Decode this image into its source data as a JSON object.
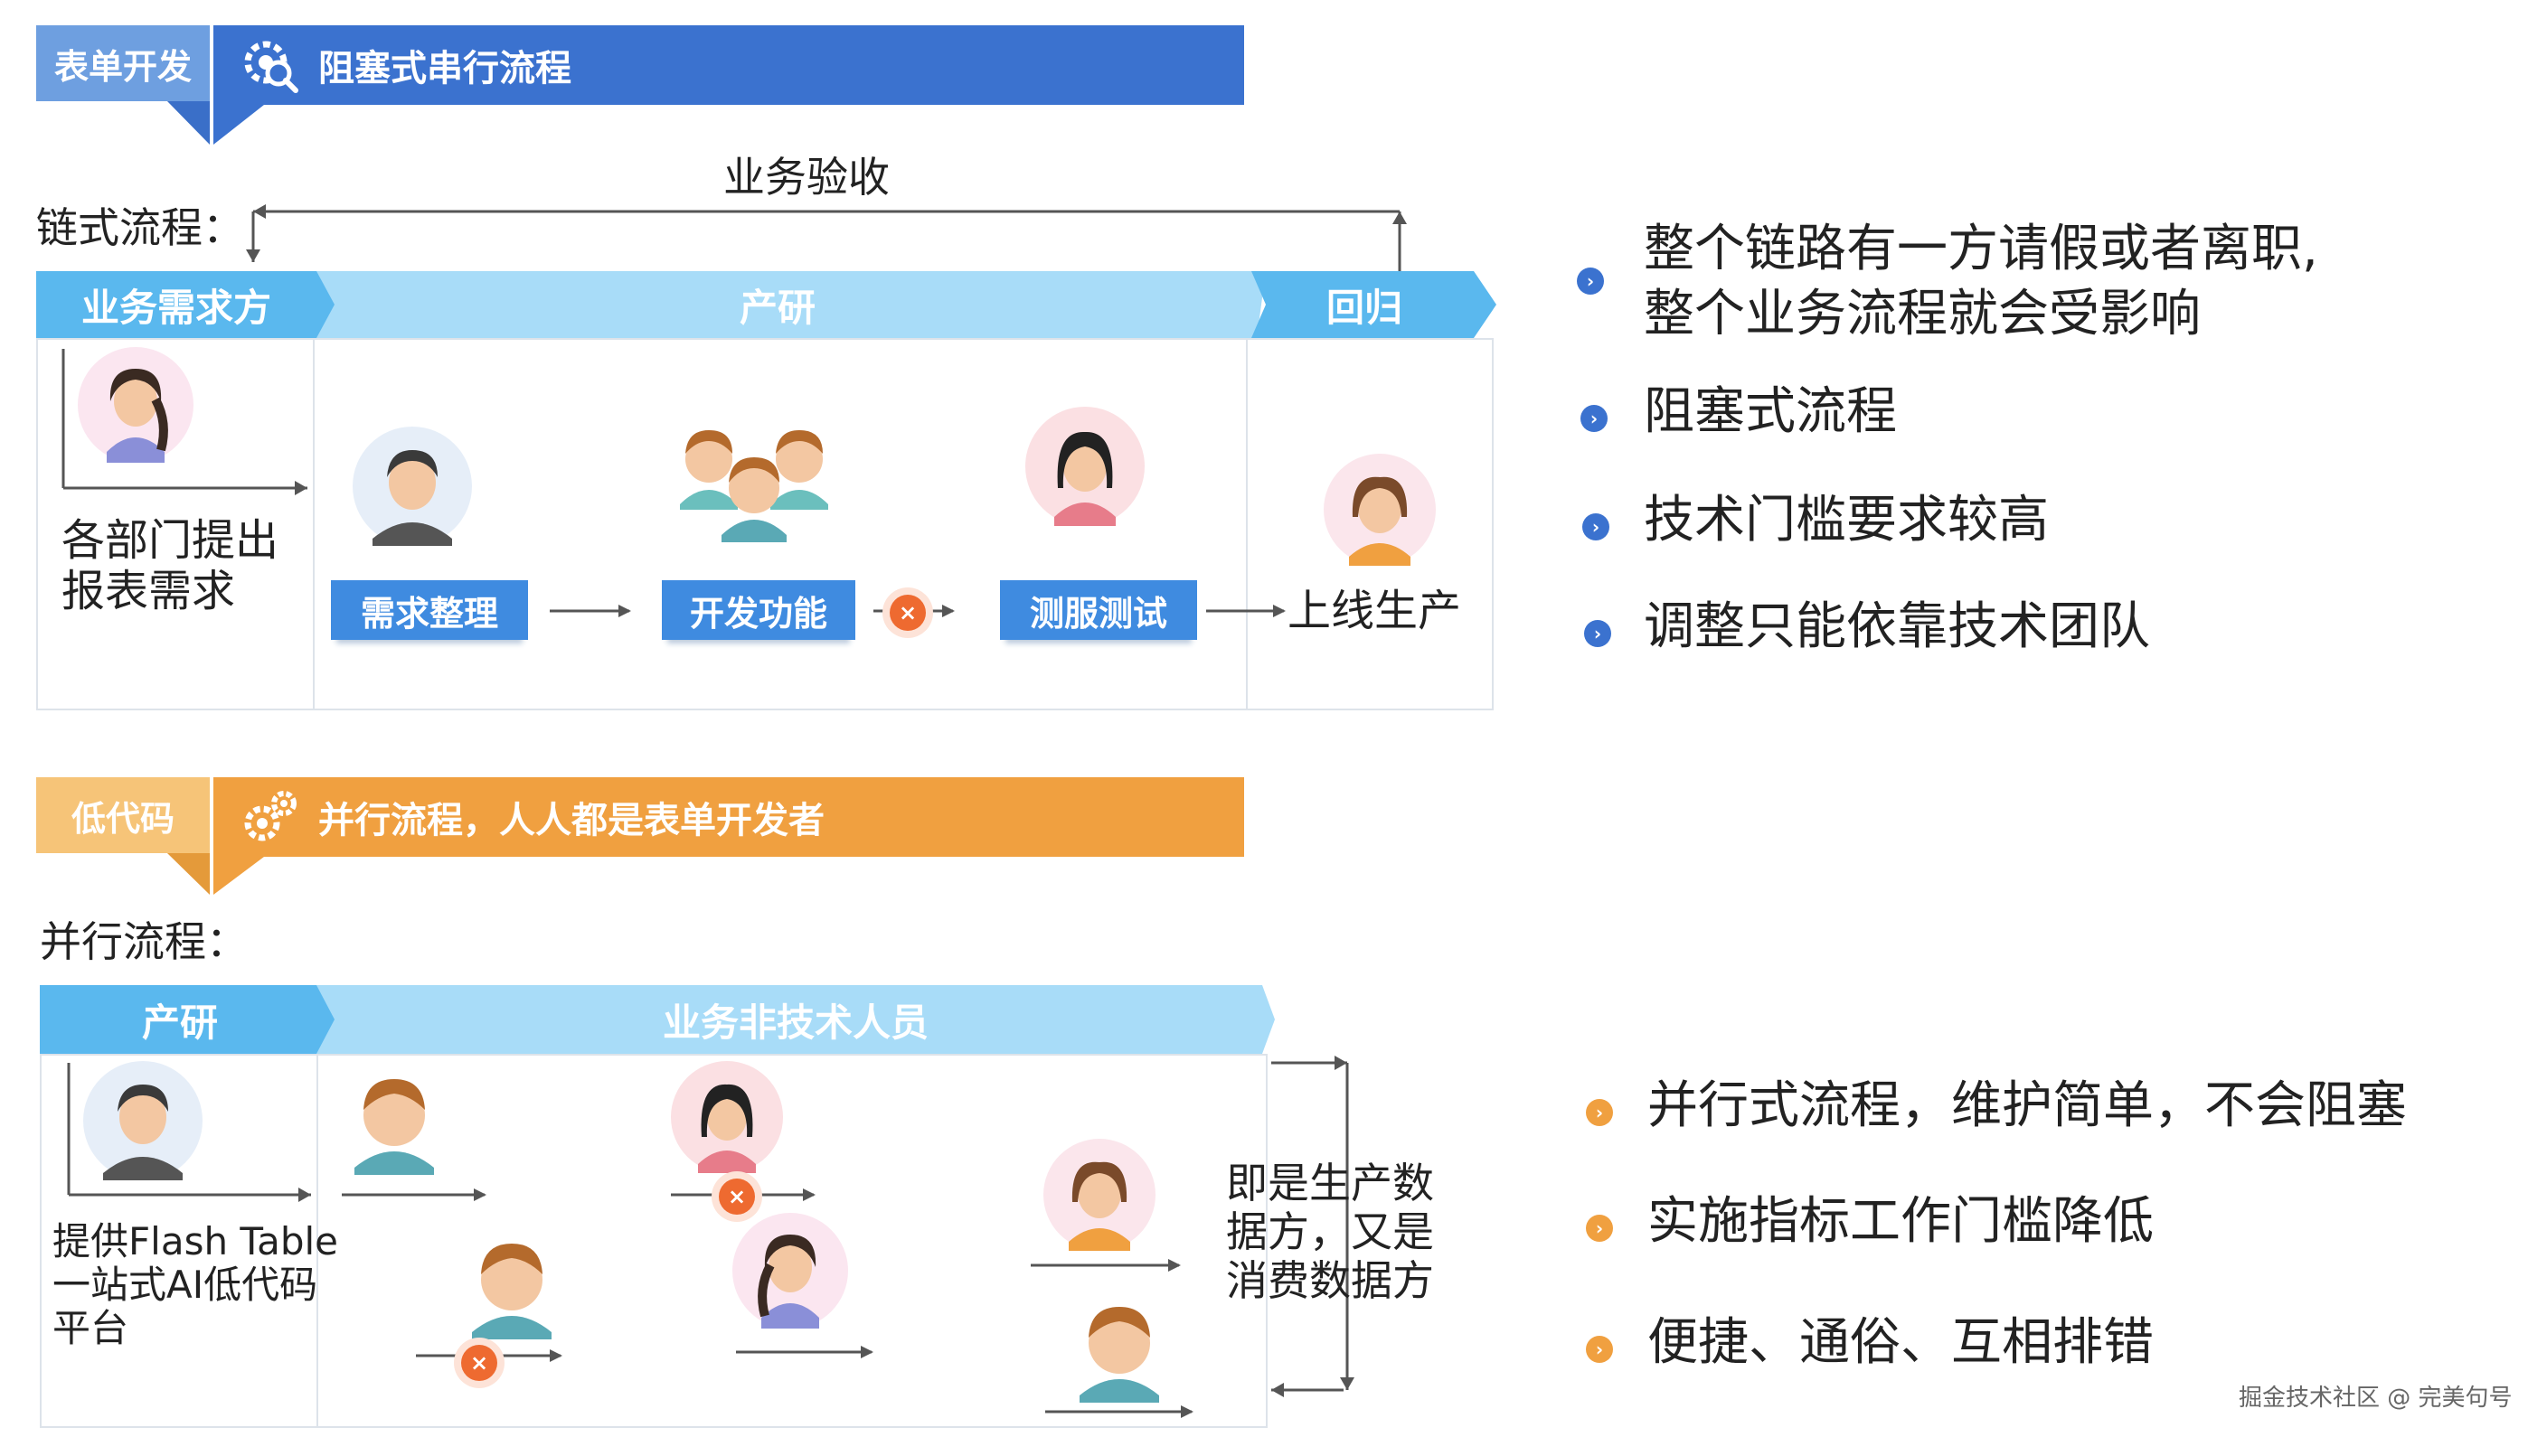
{
  "top": {
    "tag": "表单开发",
    "title": "阻塞式串行流程",
    "acceptance_label": "业务验收",
    "chain_label": "链式流程：",
    "band": [
      "业务需求方",
      "产研",
      "回归"
    ],
    "request_text": "各部门提出\n报表需求",
    "steps": [
      "需求整理",
      "开发功能",
      "测服测试"
    ],
    "release_text": "上线生产",
    "bullets": [
      "整个链路有一方请假或者离职,\n整个业务流程就会受影响",
      "阻塞式流程",
      "技术门槛要求较高",
      "调整只能依靠技术团队"
    ]
  },
  "bottom": {
    "tag": "低代码",
    "title": "并行流程，人人都是表单开发者",
    "parallel_label": "并行流程：",
    "band": [
      "产研",
      "业务非技术人员"
    ],
    "platform_text": "提供Flash Table\n一站式AI低代码\n平台",
    "data_text": "即是生产数\n据方，又是\n消费数据方",
    "bullets": [
      "并行式流程，维护简单，不会阻塞",
      "实施指标工作门槛降低",
      "便捷、通俗、互相排错"
    ]
  },
  "watermark": "掘金技术社区 @ 完美句号",
  "colors": {
    "blue_dark": "#2f6ad0",
    "blue_mid": "#3f8be0",
    "band_light": "#a8dcf8",
    "band_dark": "#5ab8ee",
    "orange": "#f0a040",
    "orange_light": "#f6c478"
  },
  "icons": [
    "gear-search-icon",
    "gears-icon",
    "chevron-right-icon",
    "cross-icon",
    "person-avatar"
  ]
}
